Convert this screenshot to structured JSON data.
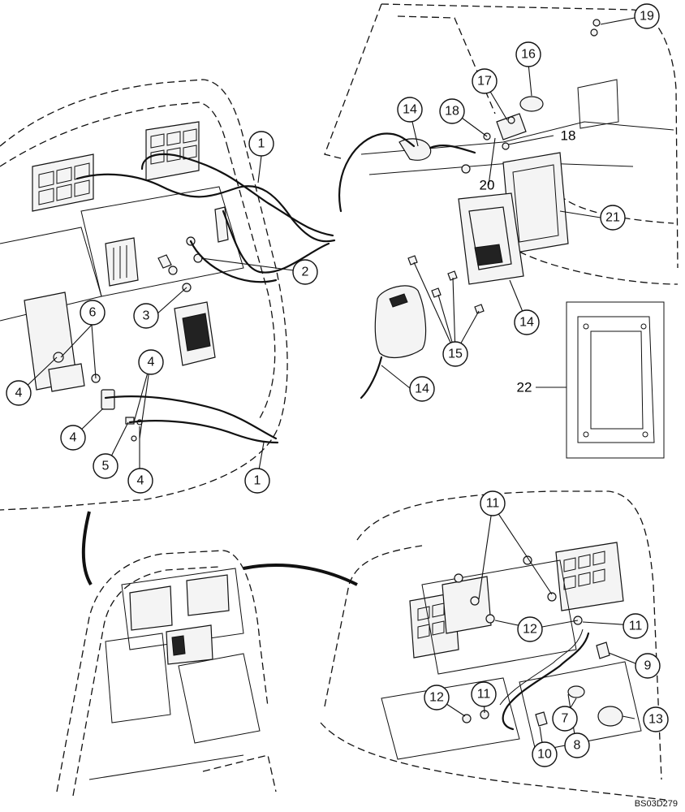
{
  "figure_code": "BS03D279",
  "callouts": {
    "c1a": "1",
    "c1b": "1",
    "c2": "2",
    "c3": "3",
    "c4a": "4",
    "c4b": "4",
    "c4c": "4",
    "c4d": "4",
    "c5": "5",
    "c6": "6",
    "c7": "7",
    "c8": "8",
    "c9": "9",
    "c10": "10",
    "c11a": "11",
    "c11b": "11",
    "c11c": "11",
    "c12a": "12",
    "c12b": "12",
    "c13": "13",
    "c14a": "14",
    "c14b": "14",
    "c14c": "14",
    "c15": "15",
    "c16": "16",
    "c17": "17",
    "c18a": "18",
    "c18b": "18",
    "c19": "19",
    "c20": "20",
    "c21": "21",
    "c22": "22"
  }
}
